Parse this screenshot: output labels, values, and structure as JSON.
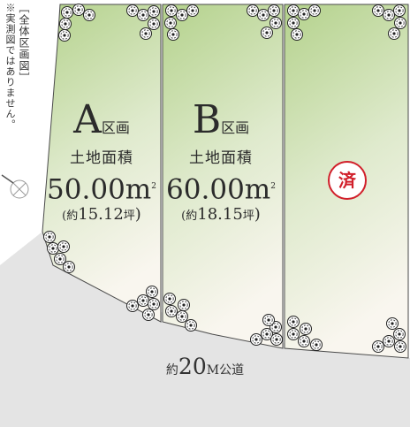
{
  "notes": {
    "title": "［全体区画図］",
    "disclaimer": "※実測図ではありません。"
  },
  "lots": [
    {
      "letter": "A",
      "suffix": "区画",
      "area_label": "土地面積",
      "area_value": "50.00",
      "area_unit": "m",
      "area_unit_sup": "2",
      "tsubo_open": "(約",
      "tsubo_value": "15.12",
      "tsubo_unit": "坪",
      "tsubo_close": ")"
    },
    {
      "letter": "B",
      "suffix": "区画",
      "area_label": "土地面積",
      "area_value": "60.00",
      "area_unit": "m",
      "area_unit_sup": "2",
      "tsubo_open": "(約",
      "tsubo_value": "18.15",
      "tsubo_unit": "坪",
      "tsubo_close": ")"
    }
  ],
  "sold": {
    "label": "済",
    "color": "#d11f2a"
  },
  "road": {
    "prefix": "約",
    "number": "20",
    "unit": "M",
    "suffix": "公道"
  },
  "colors": {
    "lot_green": "#b6d38f",
    "lot_border": "#4a4a4a",
    "road_gray": "#e4e4e4",
    "north_gray": "#9a9a9a"
  }
}
